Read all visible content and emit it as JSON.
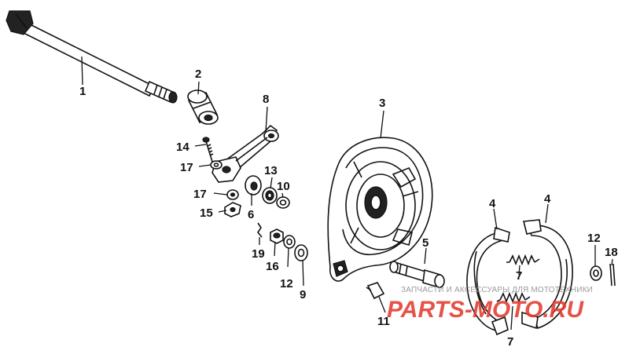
{
  "labels": {
    "l1": "1",
    "l2": "2",
    "l3": "3",
    "l4a": "4",
    "l4b": "4",
    "l5": "5",
    "l6": "6",
    "l7a": "7",
    "l7b": "7",
    "l8": "8",
    "l9": "9",
    "l10": "10",
    "l11": "11",
    "l12a": "12",
    "l12b": "12",
    "l13": "13",
    "l14": "14",
    "l15": "15",
    "l16": "16",
    "l17a": "17",
    "l17b": "17",
    "l18": "18",
    "l19": "19"
  },
  "watermark": {
    "text": "ЗАПЧАСТИ И АКСЕССУАРЫ ДЛЯ МОТОТЕХНИКИ",
    "logo": "PARTS-MOTO.RU"
  },
  "colors": {
    "ink": "#111111",
    "logo": "#e23a2e",
    "background": "#ffffff"
  }
}
